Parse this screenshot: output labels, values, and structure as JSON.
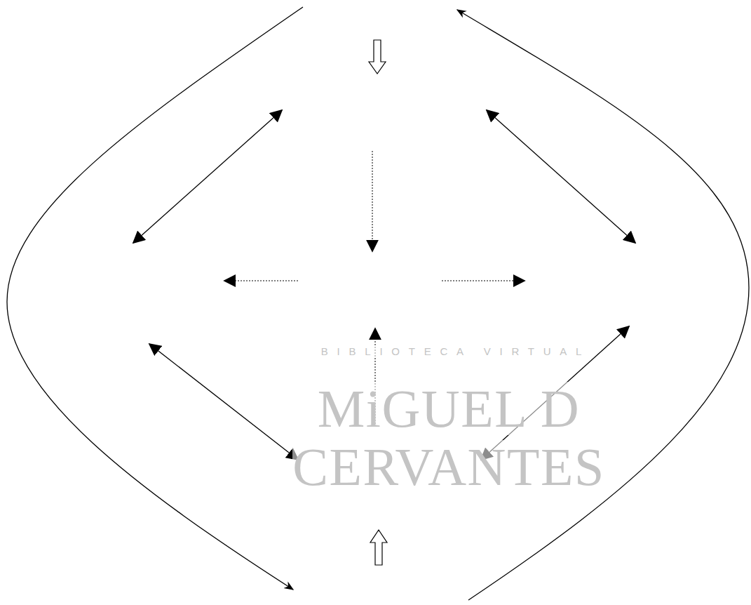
{
  "diagram": {
    "labels": [
      "BIBLIOTECA VIRTUAL",
      "MiGUEL D",
      "CERVANTES"
    ]
  }
}
